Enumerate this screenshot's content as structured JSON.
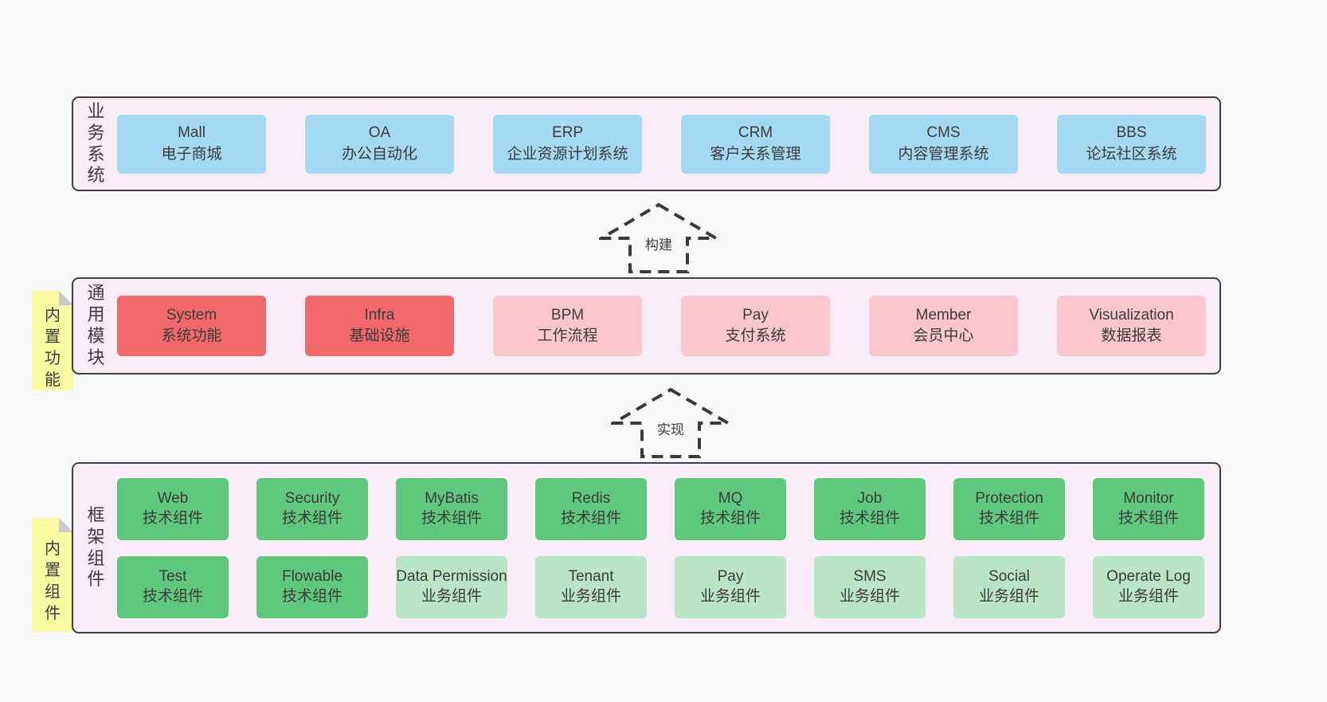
{
  "colors": {
    "page-bg": "#f8f8f8",
    "panel-bg": "#f8edf6",
    "panel-border": "#3f3f3f",
    "blue": "#a5d8f3",
    "red": "#f2696b",
    "pink": "#fbc6ce",
    "green": "#5fc87c",
    "lightgreen": "#b9e4c5",
    "yellow": "#fafaa3",
    "fold-gray": "#c9c9c9",
    "text": "#3c3c3c"
  },
  "arrows": {
    "build": "构建",
    "implement": "实现"
  },
  "sections": {
    "business": {
      "label": "业务系统",
      "items": [
        {
          "name": "Mall",
          "desc": "电子商城",
          "variant": "blue"
        },
        {
          "name": "OA",
          "desc": "办公自动化",
          "variant": "blue"
        },
        {
          "name": "ERP",
          "desc": "企业资源计划系统",
          "variant": "blue"
        },
        {
          "name": "CRM",
          "desc": "客户关系管理",
          "variant": "blue"
        },
        {
          "name": "CMS",
          "desc": "内容管理系统",
          "variant": "blue"
        },
        {
          "name": "BBS",
          "desc": "论坛社区系统",
          "variant": "blue"
        }
      ]
    },
    "modules": {
      "label": "通用模块",
      "tag": "内置功能",
      "items": [
        {
          "name": "System",
          "desc": "系统功能",
          "variant": "red"
        },
        {
          "name": "Infra",
          "desc": "基础设施",
          "variant": "red"
        },
        {
          "name": "BPM",
          "desc": "工作流程",
          "variant": "pink"
        },
        {
          "name": "Pay",
          "desc": "支付系统",
          "variant": "pink"
        },
        {
          "name": "Member",
          "desc": "会员中心",
          "variant": "pink"
        },
        {
          "name": "Visualization",
          "desc": "数据报表",
          "variant": "pink"
        }
      ]
    },
    "components": {
      "label": "框架组件",
      "tag": "内置组件",
      "rows": [
        [
          {
            "name": "Web",
            "desc": "技术组件",
            "variant": "green"
          },
          {
            "name": "Security",
            "desc": "技术组件",
            "variant": "green"
          },
          {
            "name": "MyBatis",
            "desc": "技术组件",
            "variant": "green"
          },
          {
            "name": "Redis",
            "desc": "技术组件",
            "variant": "green"
          },
          {
            "name": "MQ",
            "desc": "技术组件",
            "variant": "green"
          },
          {
            "name": "Job",
            "desc": "技术组件",
            "variant": "green"
          },
          {
            "name": "Protection",
            "desc": "技术组件",
            "variant": "green"
          },
          {
            "name": "Monitor",
            "desc": "技术组件",
            "variant": "green"
          }
        ],
        [
          {
            "name": "Test",
            "desc": "技术组件",
            "variant": "green"
          },
          {
            "name": "Flowable",
            "desc": "技术组件",
            "variant": "green"
          },
          {
            "name": "Data Permission",
            "desc": "业务组件",
            "variant": "lightgreen"
          },
          {
            "name": "Tenant",
            "desc": "业务组件",
            "variant": "lightgreen"
          },
          {
            "name": "Pay",
            "desc": "业务组件",
            "variant": "lightgreen"
          },
          {
            "name": "SMS",
            "desc": "业务组件",
            "variant": "lightgreen"
          },
          {
            "name": "Social",
            "desc": "业务组件",
            "variant": "lightgreen"
          },
          {
            "name": "Operate Log",
            "desc": "业务组件",
            "variant": "lightgreen"
          }
        ]
      ]
    }
  }
}
